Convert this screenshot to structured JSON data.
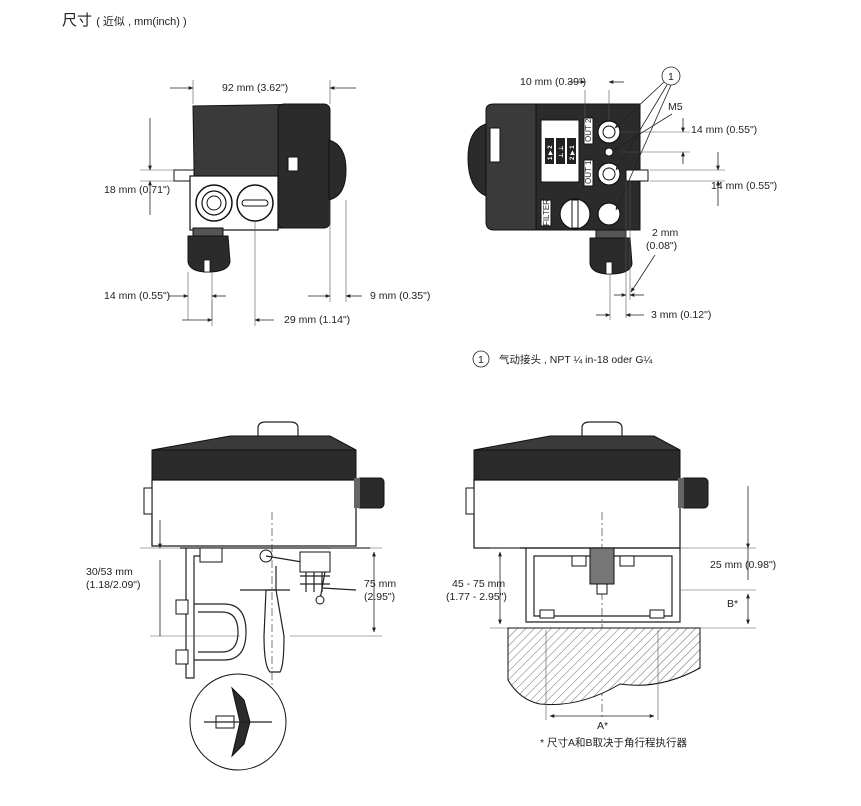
{
  "title": {
    "main": "尺寸",
    "sub": "( 近似 , mm(inch) )"
  },
  "top_left": {
    "dim_width": "92 mm (3.62\")",
    "dim_height": "18 mm (0.71\")",
    "dim_left": "14 mm (0.55\")",
    "dim_right": "9 mm (0.35\")",
    "dim_bottom": "29 mm (1.14\")"
  },
  "top_right": {
    "dim_top": "10 mm (0.39\")",
    "callout": "1",
    "m5": "M5",
    "dim_r1": "14 mm (0.55\")",
    "dim_r2": "14 mm (0.55\")",
    "dim_2mm": "2 mm",
    "dim_2in": "(0.08\")",
    "dim_3mm": "3 mm (0.12\")",
    "port_out2": "OUT 2",
    "port_out1": "OUT 1",
    "port_filter": "FILTER",
    "panel_1": "1 ▶ 2",
    "panel_2": "⊥ ⊥",
    "panel_3": "2 ▶ 1"
  },
  "legend": {
    "number": "1",
    "text": "气动接头 , NPT ¼ in-18 oder G¼"
  },
  "bottom_left": {
    "dim_offset_1": "30/53 mm",
    "dim_offset_2": "(1.18/2.09\")",
    "dim_height_1": "75 mm",
    "dim_height_2": "(2.95\")"
  },
  "bottom_right": {
    "dim_25": "25 mm (0.98\")",
    "dim_range_1": "45 - 75 mm",
    "dim_range_2": "(1.77 - 2.95\")",
    "dim_b": "B*",
    "dim_a": "A*",
    "footnote": "* 尺寸A和B取决于角行程执行器"
  }
}
